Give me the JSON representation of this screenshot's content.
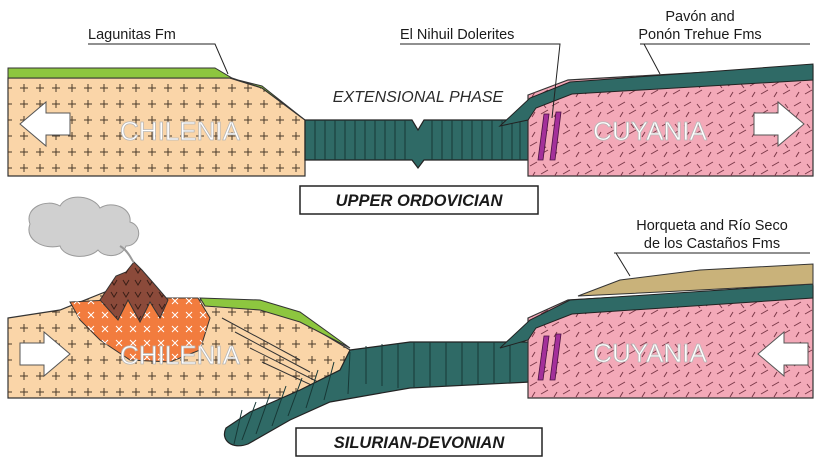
{
  "labels": {
    "lagunitas": "Lagunitas Fm",
    "nihuil": "El Nihuil Dolerites",
    "pavon_line1": "Pavón and",
    "pavon_line2": "Ponón Trehue Fms",
    "horqueta_line1": "Horqueta and Río Seco",
    "horqueta_line2": "de los Castaños Fms",
    "extensional_phase": "EXTENSIONAL PHASE"
  },
  "terranes": {
    "west": "CHILENIA",
    "east": "CUYANIA"
  },
  "periods": {
    "upper": "UPPER ORDOVICIAN",
    "lower": "SILURIAN-DEVONIAN"
  },
  "colors": {
    "chilenia": "#fad5a8",
    "cuyania": "#f3a9b8",
    "green_cover": "#8dc63f",
    "oceanic_crust": "#2f6a66",
    "dolerite": "#a3309a",
    "volcano": "#8b4a3a",
    "intrusion": "#f27c3e",
    "tan_cover": "#c9b27a",
    "outline": "#333333"
  }
}
